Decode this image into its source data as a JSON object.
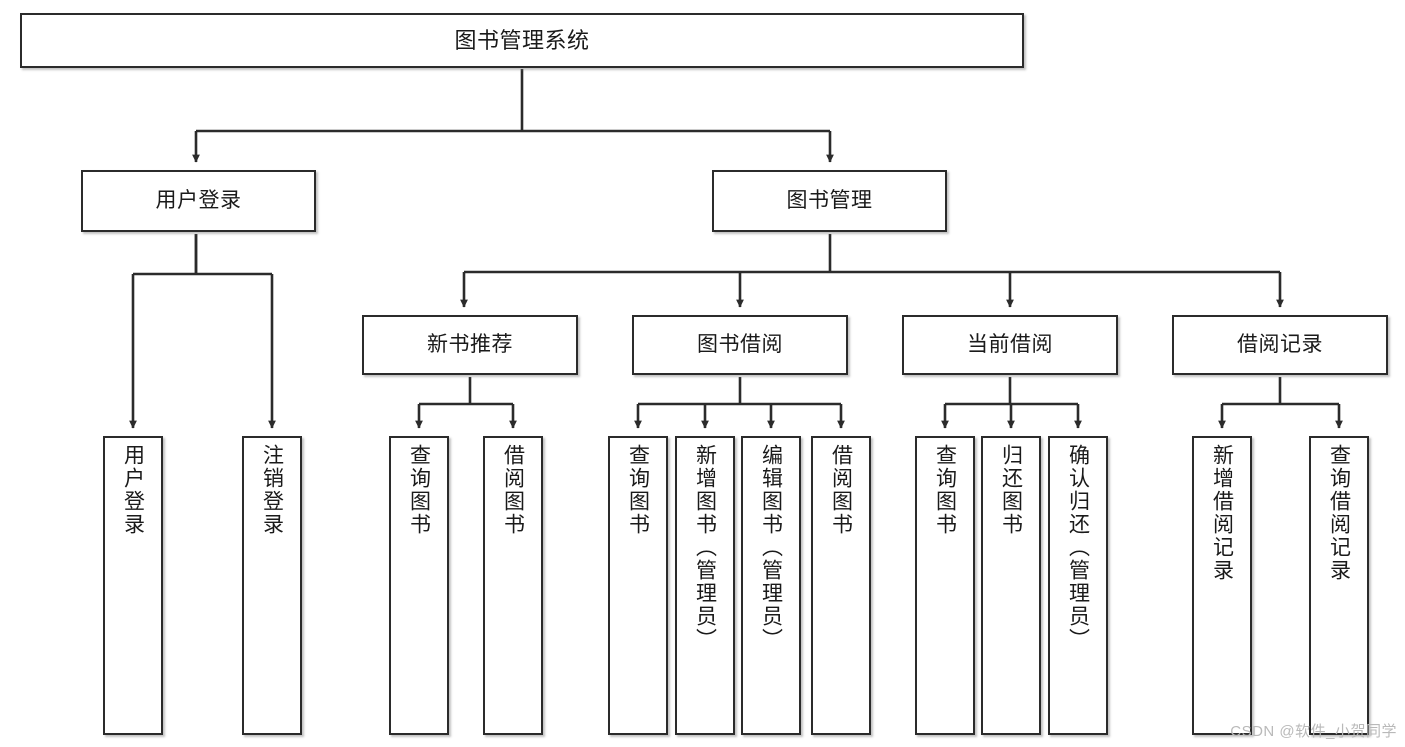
{
  "diagram": {
    "title": "图书管理系统",
    "type": "tree-hierarchy-chart",
    "watermark": "CSDN @软件_小贺同学",
    "colors": {
      "box_border": "#2b2b2b",
      "box_fill": "#ffffff",
      "edge": "#2b2b2b",
      "text": "#1a1a1a",
      "watermark": "#b9b9b9",
      "background": "#ffffff"
    }
  },
  "nodes": {
    "root": {
      "label": "图书管理系统"
    },
    "level2": [
      {
        "label": "用户登录"
      },
      {
        "label": "图书管理"
      }
    ],
    "level3": [
      {
        "label": "新书推荐"
      },
      {
        "label": "图书借阅"
      },
      {
        "label": "当前借阅"
      },
      {
        "label": "借阅记录"
      }
    ],
    "leaves": {
      "user_login": [
        {
          "label": "用户登录"
        },
        {
          "label": "注销登录"
        }
      ],
      "new_book_recommend": [
        {
          "label": "查询图书"
        },
        {
          "label": "借阅图书"
        }
      ],
      "book_borrow": [
        {
          "label": "查询图书"
        },
        {
          "label": "新增图书（管理员）"
        },
        {
          "label": "编辑图书（管理员）"
        },
        {
          "label": "借阅图书"
        }
      ],
      "current_borrow": [
        {
          "label": "查询图书"
        },
        {
          "label": "归还图书"
        },
        {
          "label": "确认归还（管理员）"
        }
      ],
      "borrow_record": [
        {
          "label": "新增借阅记录"
        },
        {
          "label": "查询借阅记录"
        }
      ]
    }
  }
}
